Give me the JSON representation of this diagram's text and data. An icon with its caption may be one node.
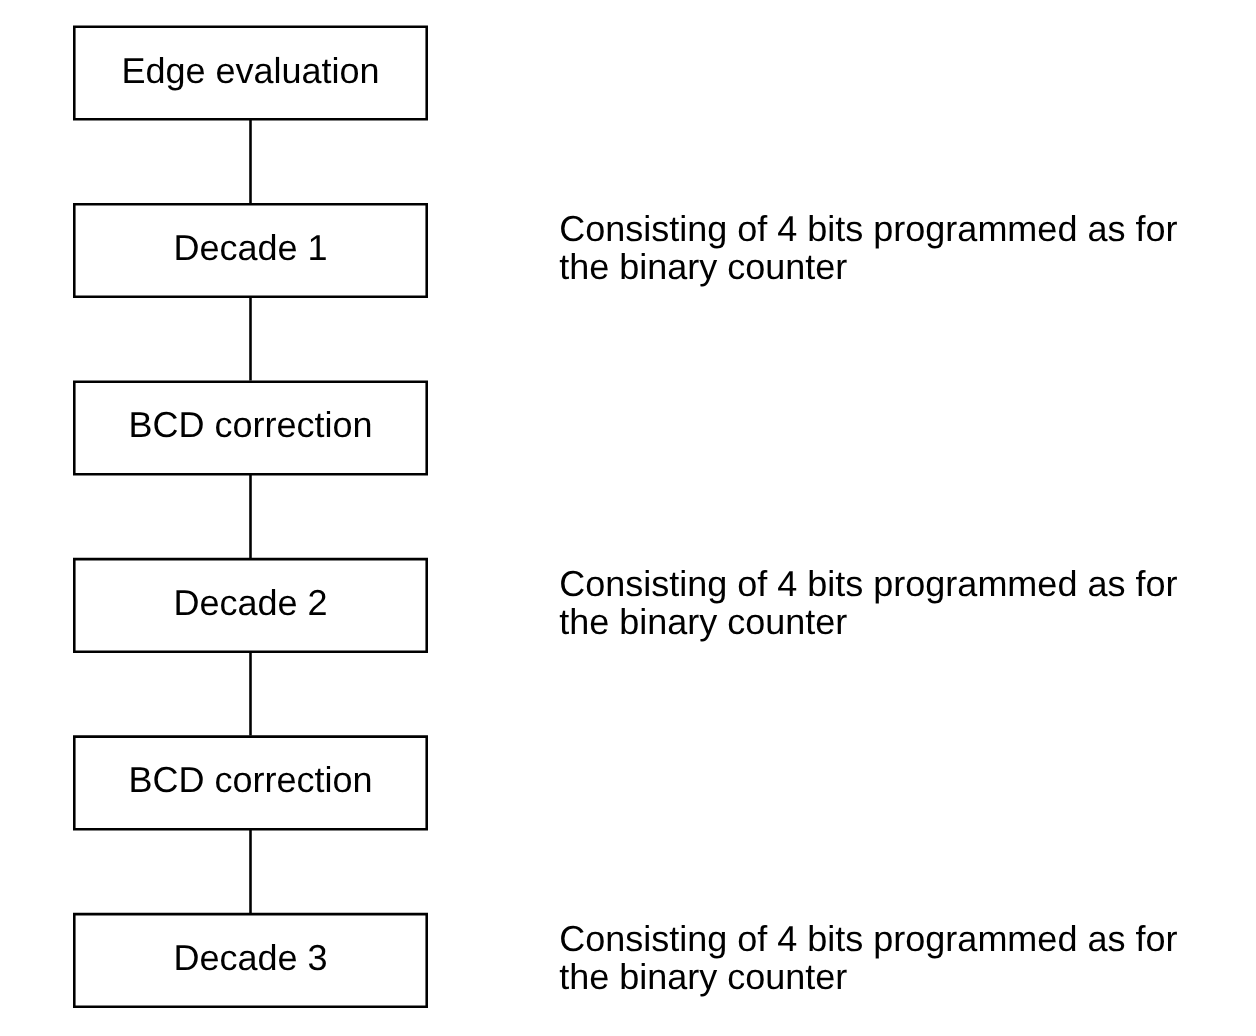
{
  "diagram": {
    "nodes": [
      {
        "text": [
          "Edge evaluation"
        ]
      },
      {
        "text": [
          "Decade 1"
        ],
        "beside": [
          "Consisting of 4 bits programmed as for the binary counter"
        ]
      },
      {
        "text": [
          "BCD correction"
        ]
      },
      {
        "text": [
          "Decade 2"
        ],
        "beside": [
          "Consisting of 4 bits programmed as for the binary counter"
        ]
      },
      {
        "text": [
          "BCD correction"
        ]
      },
      {
        "text": [
          "Decade 3"
        ],
        "beside": [
          "Consisting of 4 bits programmed as for the binary counter"
        ]
      }
    ],
    "edges": [
      {
        "from": 0,
        "to": 1,
        "arrow": "none"
      },
      {
        "from": 1,
        "to": 2,
        "arrow": "none"
      },
      {
        "from": 2,
        "to": 3,
        "arrow": "none"
      },
      {
        "from": 3,
        "to": 4,
        "arrow": "none"
      },
      {
        "from": 4,
        "to": 5,
        "arrow": "none"
      }
    ]
  }
}
